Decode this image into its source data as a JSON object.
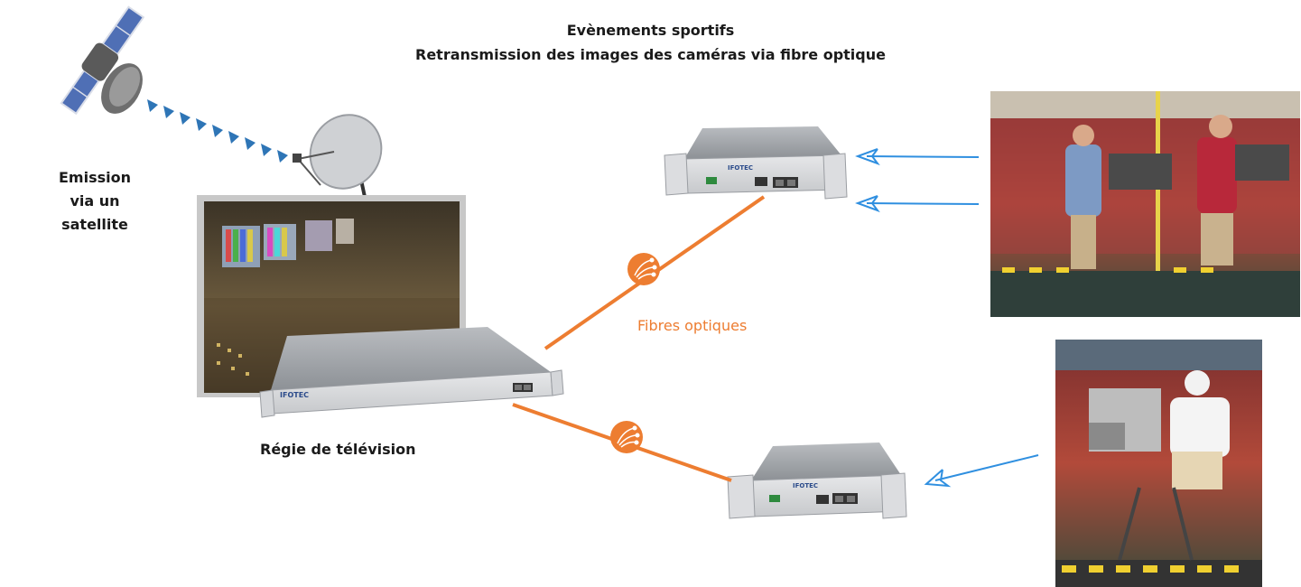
{
  "title": {
    "line1": "Evènements sportifs",
    "line2": "Retransmission des images des caméras via fibre optique"
  },
  "labels": {
    "emission_line1": "Emission",
    "emission_line2": "via un satellite",
    "regie": "Régie de télévision",
    "fibres": "Fibres optiques",
    "brand": "IFOTEC"
  },
  "colors": {
    "fiber": "#ed7d31",
    "signal": "#2e75b6",
    "arrow": "#2f8fe0"
  }
}
